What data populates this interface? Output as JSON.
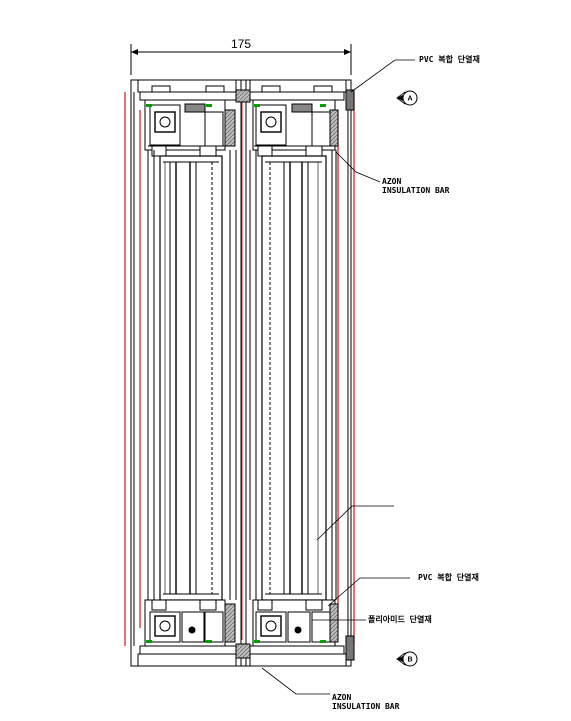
{
  "drawing": {
    "dimension": "175",
    "labels": {
      "pvc_top": "PVC 복합 단열재",
      "azon_top_1": "AZON",
      "azon_top_2": "INSULATION BAR",
      "pvc_bottom": "PVC 복합 단열재",
      "polyamide": "폴리아미드 단열재",
      "azon_bottom_1": "AZON",
      "azon_bottom_2": "INSULATION BAR"
    },
    "markers": {
      "top": "A",
      "bottom": "B"
    },
    "colors": {
      "line": "#000000",
      "red_frame": "#d01818",
      "seal": "#00a000",
      "hatch": "#777777"
    }
  }
}
